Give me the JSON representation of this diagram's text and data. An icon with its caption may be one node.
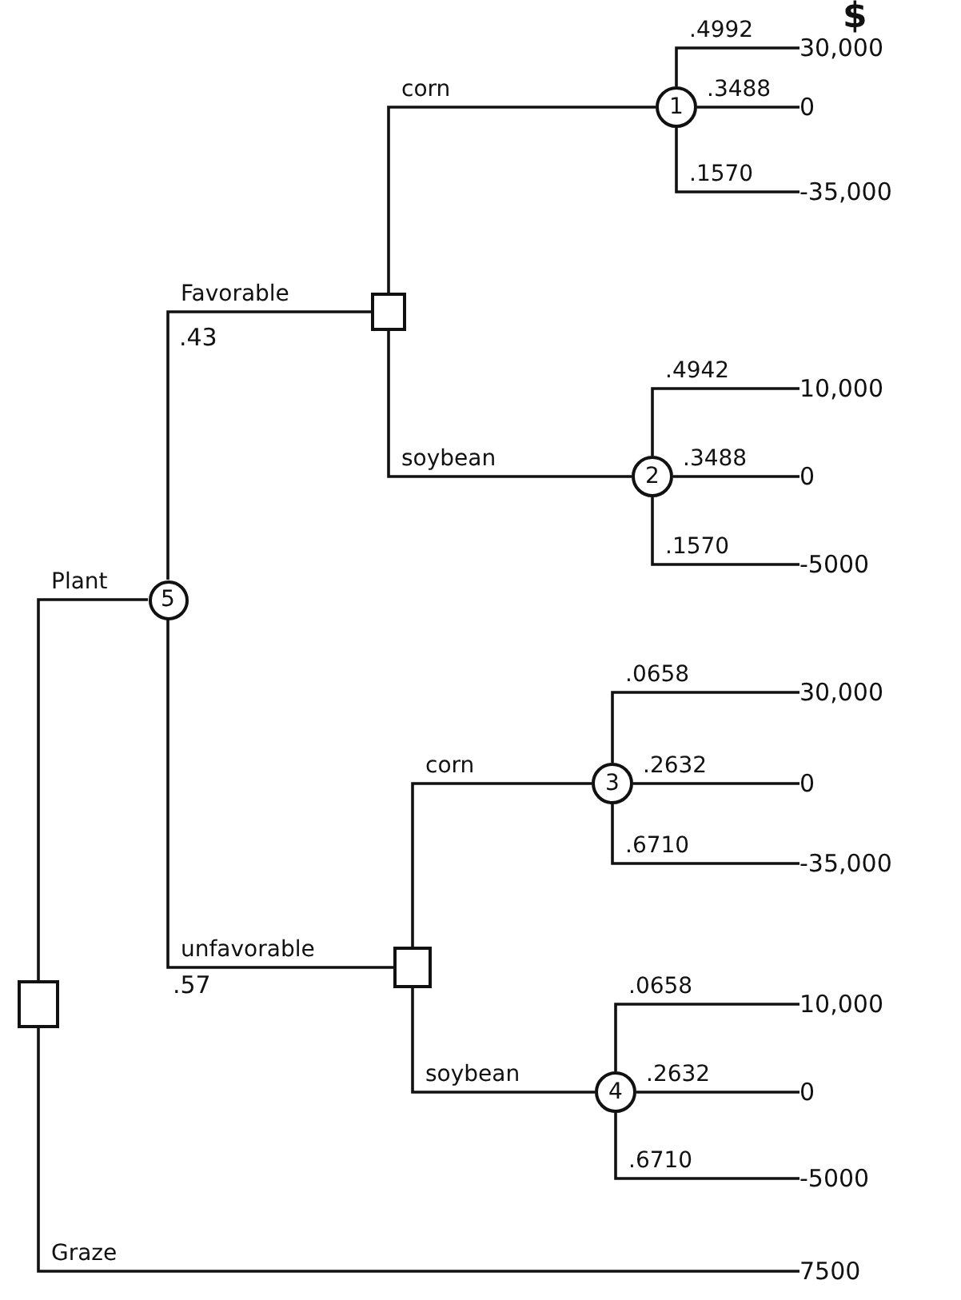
{
  "diagram": {
    "nodes": [
      {
        "text": [],
        "shape": "box"
      },
      {
        "text": [
          "5"
        ]
      },
      {
        "text": [],
        "shape": "box"
      },
      {
        "text": [],
        "shape": "box"
      },
      {
        "text": [
          "1"
        ]
      },
      {
        "text": [
          "2"
        ]
      },
      {
        "text": [
          "3"
        ]
      },
      {
        "text": [
          "4"
        ]
      },
      {
        "text": [
          "30,000"
        ]
      },
      {
        "text": [
          "0"
        ]
      },
      {
        "text": [
          "-35,000"
        ]
      },
      {
        "text": [
          "10,000"
        ]
      },
      {
        "text": [
          "0"
        ]
      },
      {
        "text": [
          "-5000"
        ]
      },
      {
        "text": [
          "30,000"
        ]
      },
      {
        "text": [
          "0"
        ]
      },
      {
        "text": [
          "-35,000"
        ]
      },
      {
        "text": [
          "10,000"
        ]
      },
      {
        "text": [
          "0"
        ]
      },
      {
        "text": [
          "-5000"
        ]
      },
      {
        "text": [
          "7500"
        ]
      }
    ],
    "edges": [
      {
        "from": 0,
        "to": 1,
        "arrow": "none",
        "label": "Plant"
      },
      {
        "from": 0,
        "to": 20,
        "arrow": "none",
        "label": "Graze"
      },
      {
        "from": 1,
        "to": 2,
        "arrow": "none",
        "label": "Favorable"
      },
      {
        "from": 1,
        "to": 3,
        "arrow": "none",
        "label": "unfavorable"
      },
      {
        "from": 2,
        "to": 4,
        "arrow": "none",
        "label": "corn"
      },
      {
        "from": 2,
        "to": 5,
        "arrow": "none",
        "label": "soybean"
      },
      {
        "from": 3,
        "to": 6,
        "arrow": "none",
        "label": "corn"
      },
      {
        "from": 3,
        "to": 7,
        "arrow": "none",
        "label": "soybean"
      },
      {
        "from": 4,
        "to": 8,
        "arrow": "none",
        "label": ".4992"
      },
      {
        "from": 4,
        "to": 9,
        "arrow": "none",
        "label": ".3488"
      },
      {
        "from": 4,
        "to": 10,
        "arrow": "none",
        "label": ".1570"
      },
      {
        "from": 5,
        "to": 11,
        "arrow": "none",
        "label": ".4942"
      },
      {
        "from": 5,
        "to": 12,
        "arrow": "none",
        "label": ".3488"
      },
      {
        "from": 5,
        "to": 13,
        "arrow": "none",
        "label": ".1570"
      },
      {
        "from": 6,
        "to": 14,
        "arrow": "none",
        "label": ".0658"
      },
      {
        "from": 6,
        "to": 15,
        "arrow": "none",
        "label": ".2632"
      },
      {
        "from": 6,
        "to": 16,
        "arrow": "none",
        "label": ".6710"
      },
      {
        "from": 7,
        "to": 17,
        "arrow": "none",
        "label": ".0658"
      },
      {
        "from": 7,
        "to": 18,
        "arrow": "none",
        "label": ".2632"
      },
      {
        "from": 7,
        "to": 19,
        "arrow": "none",
        "label": ".6710"
      }
    ],
    "labels": [
      "$",
      ".43",
      ".57"
    ]
  }
}
